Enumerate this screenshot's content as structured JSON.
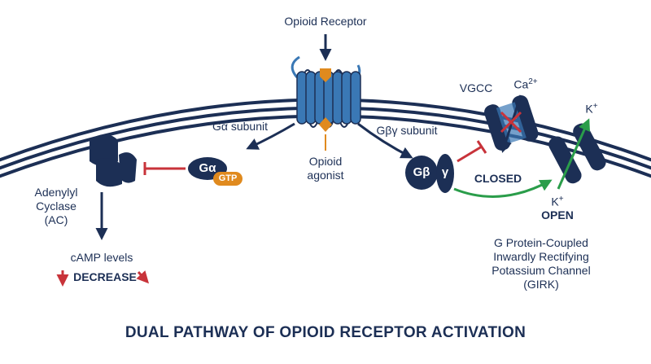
{
  "diagram": {
    "title": "DUAL PATHWAY OF OPIOID RECEPTOR ACTIVATION",
    "receptor_label": "Opioid Receptor",
    "agonist_label": "Opioid\nagonist",
    "g_alpha_subunit_label": "Gα subunit",
    "g_beta_gamma_subunit_label": "Gβγ subunit",
    "g_alpha_symbol": "Gα",
    "gtp_label": "GTP",
    "g_beta_symbol": "Gβ",
    "gamma_symbol": "γ",
    "adenylyl_cyclase_label": "Adenylyl\nCyclase\n(AC)",
    "camp_label": "cAMP levels",
    "decrease_label": "DECREASE",
    "vgcc_label": "VGCC",
    "calcium_label": "Ca",
    "calcium_charge": "2+",
    "closed_label": "CLOSED",
    "potassium_top_label": "K",
    "potassium_top_charge": "+",
    "potassium_bottom_label": "K",
    "potassium_bottom_charge": "+",
    "open_label": "OPEN",
    "girk_label": "G Protein-Coupled\nInwardly Rectifying\nPotassium Channel\n(GIRK)"
  },
  "colors": {
    "navy": "#1c2f55",
    "blue": "#3a78b5",
    "orange": "#e08a1e",
    "red": "#c8333a",
    "green": "#2a9d4a"
  }
}
